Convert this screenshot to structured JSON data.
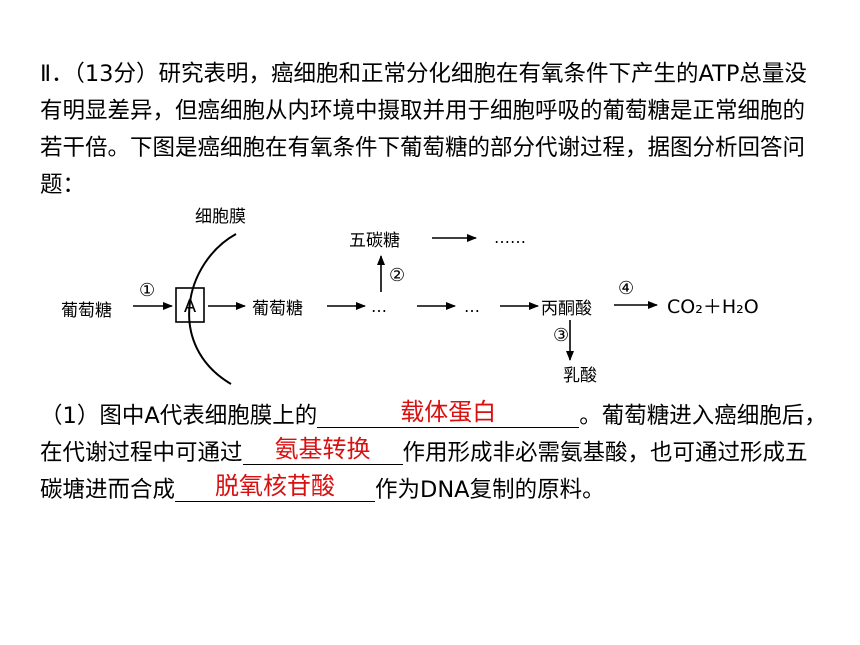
{
  "question": {
    "text": "Ⅱ．（13分）研究表明，癌细胞和正常分化细胞在有氧条件下产生的ATP总量没有明显差异，但癌细胞从内环境中摄取并用于细胞呼吸的葡萄糖是正常细胞的若干倍。下图是癌细胞在有氧条件下葡萄糖的部分代谢过程，据图分析回答问题："
  },
  "diagram": {
    "membrane_label": "细胞膜",
    "glucose_outside": "葡萄糖",
    "step1": "①",
    "carrier": "A",
    "glucose_inside": "葡萄糖",
    "dots_mid": "…",
    "dots_mid2": "…",
    "pyruvate": "丙酮酸",
    "step4": "④",
    "products": "CO₂＋H₂O",
    "step2": "②",
    "pentose": "五碳糖",
    "dots_top": "……",
    "step3": "③",
    "lactate": "乳酸"
  },
  "answers": {
    "s1a": "（1）图中A代表细胞膜上的",
    "a1": "载体蛋白",
    "s1b": "。葡萄糖进入癌细胞后，在代谢过程中可通过",
    "a2": "氨基转换",
    "s1c": "作用形成非必需氨基酸，也可通过形成五碳塘进而合成",
    "a3": "脱氧核苷酸",
    "s1d": "作为DNA复制的原料。"
  }
}
